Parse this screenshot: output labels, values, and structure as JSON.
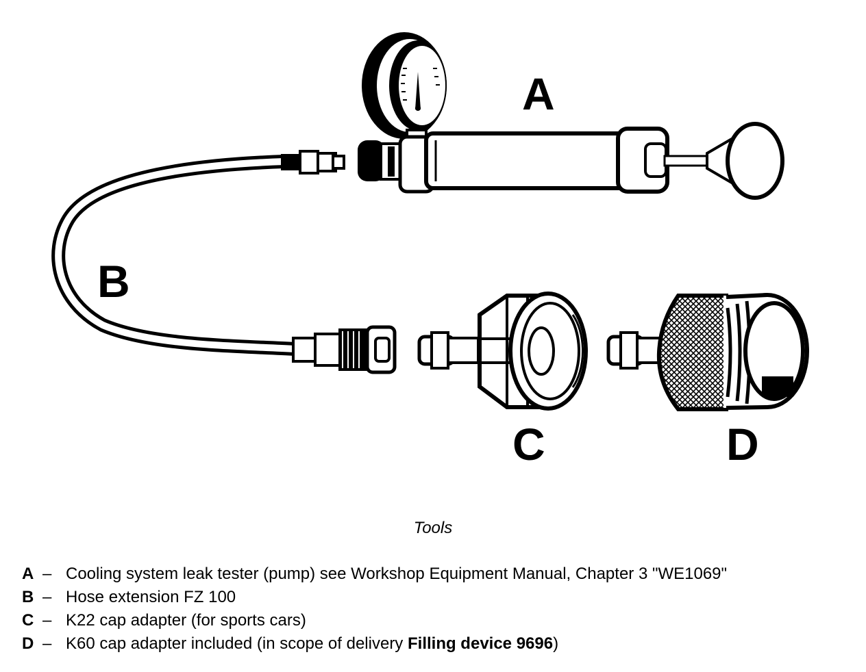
{
  "figure": {
    "labels": {
      "a": "A",
      "b": "B",
      "c": "C",
      "d": "D"
    },
    "caption": "Tools"
  },
  "legend": [
    {
      "key": "A",
      "dash": "–",
      "text": "Cooling system leak tester (pump) see Workshop Equipment Manual, Chapter 3 \"WE1069\"",
      "bold": "",
      "tail": ""
    },
    {
      "key": "B",
      "dash": "–",
      "text": "Hose extension FZ 100",
      "bold": "",
      "tail": ""
    },
    {
      "key": "C",
      "dash": "–",
      "text": "K22 cap adapter (for sports cars)",
      "bold": "",
      "tail": ""
    },
    {
      "key": "D",
      "dash": "–",
      "text": "K60 cap adapter included (in scope of delivery ",
      "bold": "Filling device 9696",
      "tail": ")"
    }
  ]
}
